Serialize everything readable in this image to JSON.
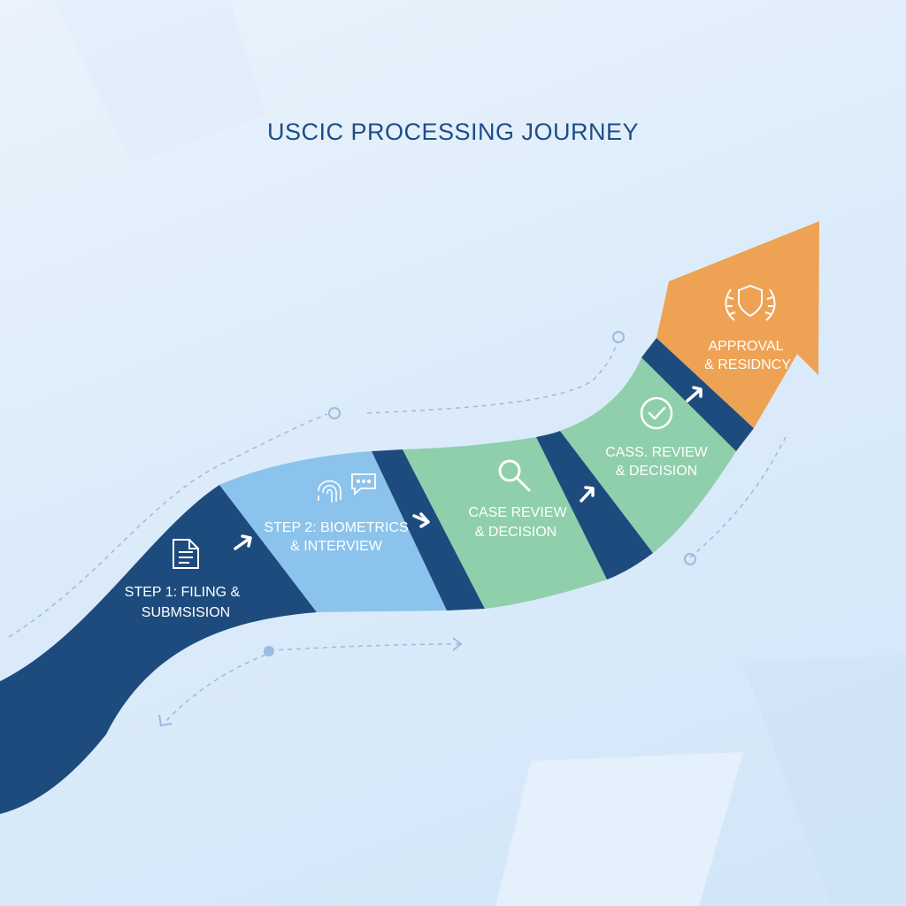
{
  "title": "USCIC PROCESSING JOURNEY",
  "colors": {
    "navy": "#1e4b7d",
    "light_blue": "#8cc3ec",
    "green": "#8fcfac",
    "orange": "#eea254",
    "connector": "#9cbbe0",
    "title": "#1e4d86"
  },
  "steps": [
    {
      "line1": "STEP 1: FILING &",
      "line2": "SUBMSISION",
      "icon": "document-icon",
      "color": "navy"
    },
    {
      "line1": "STEP 2: BIOMETRICS",
      "line2": "& INTERVIEW",
      "icon": "fingerprint-chat-icon",
      "color": "light_blue"
    },
    {
      "line1": "CASE REVIEW",
      "line2": "& DECISION",
      "icon": "magnifier-icon",
      "color": "green"
    },
    {
      "line1": "CASS. REVIEW",
      "line2": "& DECISION",
      "icon": "checkmark-circle-icon",
      "color": "green"
    },
    {
      "line1": "APPROVAL",
      "line2": "& RESIDNCY",
      "icon": "shield-laurel-icon",
      "color": "orange"
    }
  ]
}
